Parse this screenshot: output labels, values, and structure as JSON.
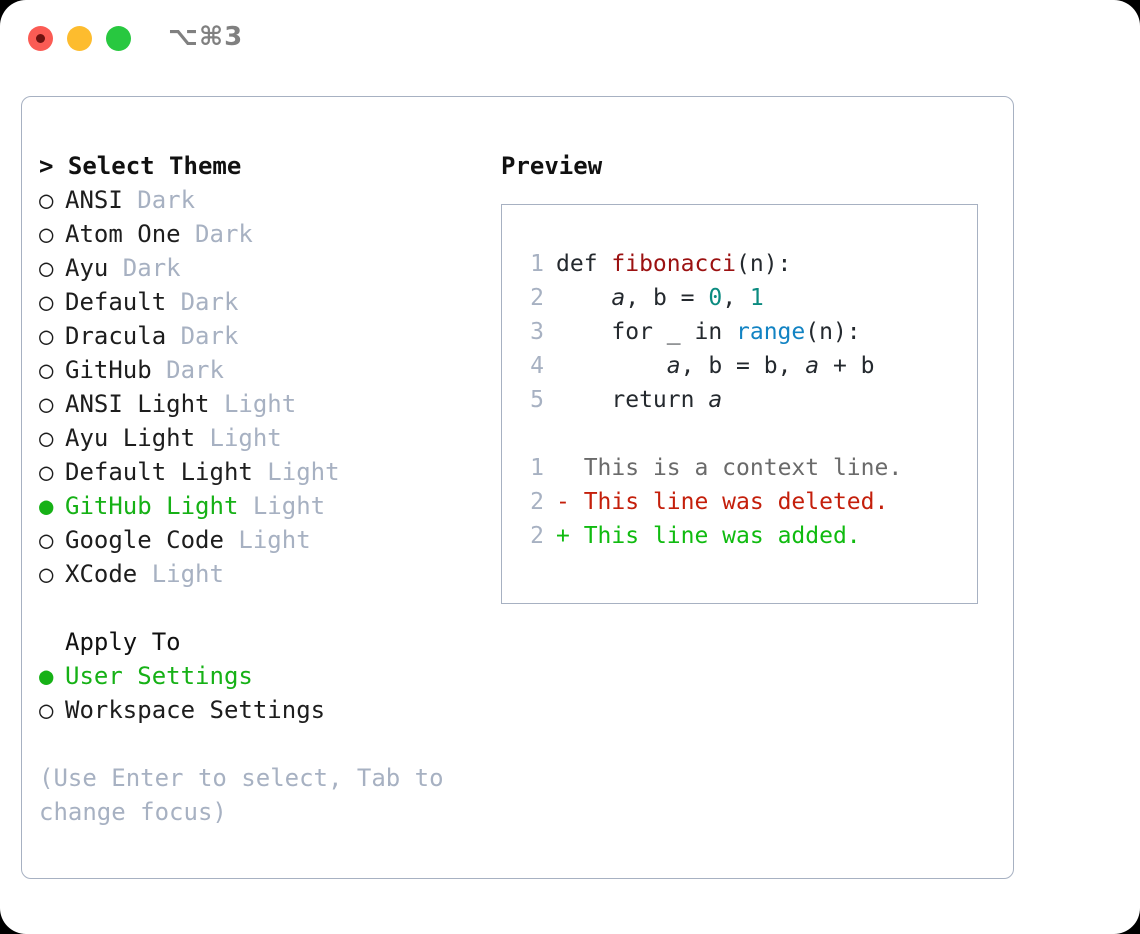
{
  "window": {
    "shortcut_label": "⌥⌘3",
    "traffic_lights": [
      {
        "name": "close",
        "color": "#fb5b54",
        "recording": true
      },
      {
        "name": "minimize",
        "color": "#fdbc2e",
        "recording": false
      },
      {
        "name": "zoom",
        "color": "#28c840",
        "recording": false
      }
    ]
  },
  "theme_picker": {
    "heading": "> Select Theme",
    "options": [
      {
        "bullet": "○",
        "label": "ANSI",
        "tag": "Dark",
        "selected": false
      },
      {
        "bullet": "○",
        "label": "Atom One",
        "tag": "Dark",
        "selected": false
      },
      {
        "bullet": "○",
        "label": "Ayu",
        "tag": "Dark",
        "selected": false
      },
      {
        "bullet": "○",
        "label": "Default",
        "tag": "Dark",
        "selected": false
      },
      {
        "bullet": "○",
        "label": "Dracula",
        "tag": "Dark",
        "selected": false
      },
      {
        "bullet": "○",
        "label": "GitHub",
        "tag": "Dark",
        "selected": false
      },
      {
        "bullet": "○",
        "label": "ANSI Light",
        "tag": "Light",
        "selected": false
      },
      {
        "bullet": "○",
        "label": "Ayu Light",
        "tag": "Light",
        "selected": false
      },
      {
        "bullet": "○",
        "label": "Default Light",
        "tag": "Light",
        "selected": false
      },
      {
        "bullet": "●",
        "label": "GitHub Light",
        "tag": "Light",
        "selected": true
      },
      {
        "bullet": "○",
        "label": "Google Code",
        "tag": "Light",
        "selected": false
      },
      {
        "bullet": "○",
        "label": "XCode",
        "tag": "Light",
        "selected": false
      }
    ]
  },
  "apply_to": {
    "heading": "Apply To",
    "options": [
      {
        "bullet": "●",
        "label": "User Settings",
        "selected": true
      },
      {
        "bullet": "○",
        "label": "Workspace Settings",
        "selected": false
      }
    ]
  },
  "hint": "(Use Enter to select, Tab to change focus)",
  "preview": {
    "heading": "Preview",
    "code_lines": [
      {
        "num": "1",
        "tokens": [
          {
            "text": "def ",
            "type": "kw"
          },
          {
            "text": "fibonacci",
            "type": "fn"
          },
          {
            "text": "(n):",
            "type": "plain"
          }
        ]
      },
      {
        "num": "2",
        "tokens": [
          {
            "text": "    ",
            "type": "plain"
          },
          {
            "text": "a",
            "type": "var"
          },
          {
            "text": ", ",
            "type": "plain"
          },
          {
            "text": "b",
            "type": "plain"
          },
          {
            "text": " = ",
            "type": "plain"
          },
          {
            "text": "0",
            "type": "num"
          },
          {
            "text": ", ",
            "type": "plain"
          },
          {
            "text": "1",
            "type": "num"
          }
        ]
      },
      {
        "num": "3",
        "tokens": [
          {
            "text": "    for _ in ",
            "type": "plain"
          },
          {
            "text": "range",
            "type": "builtin"
          },
          {
            "text": "(n):",
            "type": "plain"
          }
        ]
      },
      {
        "num": "4",
        "tokens": [
          {
            "text": "        ",
            "type": "plain"
          },
          {
            "text": "a",
            "type": "var"
          },
          {
            "text": ", b = b, ",
            "type": "plain"
          },
          {
            "text": "a",
            "type": "var"
          },
          {
            "text": " + b",
            "type": "plain"
          }
        ]
      },
      {
        "num": "5",
        "tokens": [
          {
            "text": "    return ",
            "type": "plain"
          },
          {
            "text": "a",
            "type": "var"
          }
        ]
      }
    ],
    "diff_lines": [
      {
        "num": "1",
        "marker": " ",
        "text": " This is a context line.",
        "kind": "context"
      },
      {
        "num": "2",
        "marker": "-",
        "text": " This line was deleted.",
        "kind": "deleted"
      },
      {
        "num": "2",
        "marker": "+",
        "text": " This line was added.",
        "kind": "added"
      }
    ]
  },
  "colors": {
    "border": "#a7b1c2",
    "muted": "#a7b1c2",
    "accent_green": "#16b116",
    "diff_add": "#10bb10",
    "diff_del": "#c41f0b",
    "syntax_function": "#9b1111",
    "syntax_number": "#0b8b80",
    "syntax_builtin": "#1283c3"
  }
}
